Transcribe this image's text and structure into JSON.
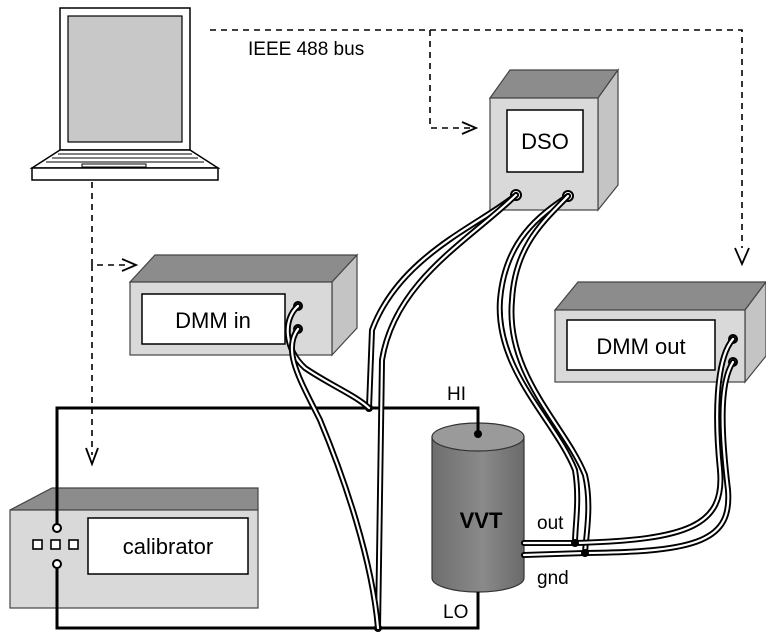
{
  "labels": {
    "bus": "IEEE 488 bus",
    "dso": "DSO",
    "dmm_in": "DMM in",
    "dmm_out": "DMM out",
    "calibrator": "calibrator",
    "vvt": "VVT",
    "hi": "HI",
    "lo": "LO",
    "out": "out",
    "gnd": "gnd"
  },
  "colors": {
    "instrument_front": "#d9d9d9",
    "instrument_top": "#8c8c8c",
    "vvt_body": "#7f7f7f",
    "wire": "#000000"
  },
  "icons": [
    "laptop-icon",
    "arrowhead-icon",
    "terminal-icon"
  ]
}
